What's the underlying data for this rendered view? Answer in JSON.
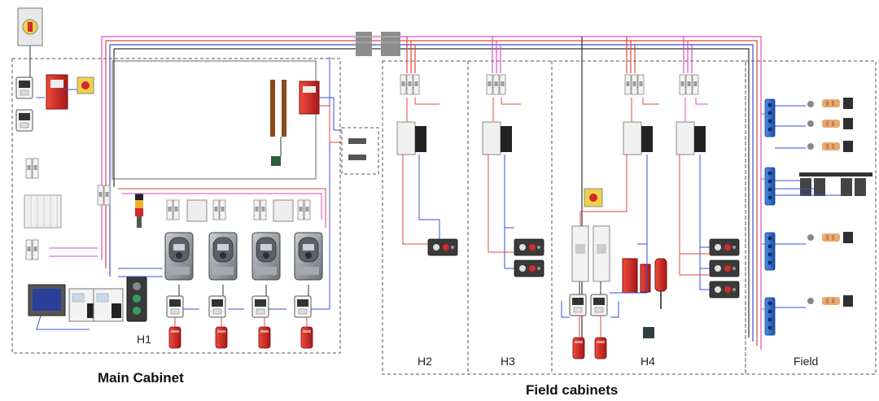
{
  "labels": {
    "h1": "H1",
    "h2": "H2",
    "h3": "H3",
    "h4": "H4",
    "field": "Field",
    "main_cabinet": "Main Cabinet",
    "field_cabinets": "Field cabinets"
  },
  "colors": {
    "wire_red": "#e0483c",
    "wire_blue": "#3a4fd0",
    "wire_pink": "#d84fc8",
    "wire_black": "#333333",
    "safety_red": "#d42a2a",
    "io_blue": "#2f6fd0",
    "dashed_border": "#555555",
    "drive_grey": "#8f9398"
  }
}
